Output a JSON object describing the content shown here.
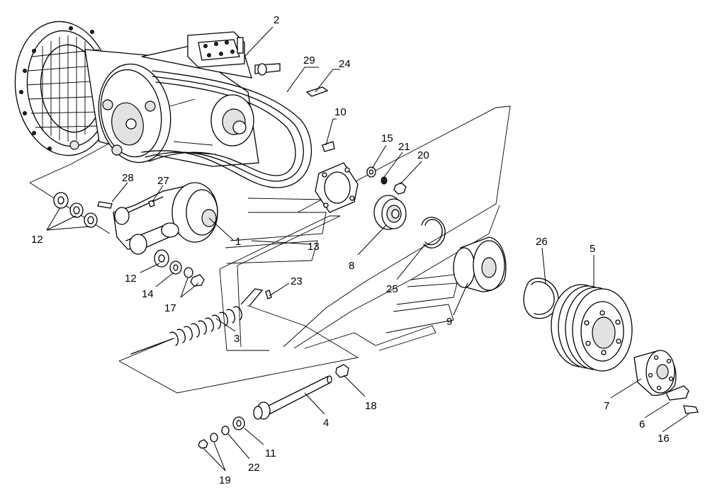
{
  "callouts": [
    {
      "id": "c1",
      "text": "1"
    },
    {
      "id": "c2",
      "text": "2"
    },
    {
      "id": "c3",
      "text": "3"
    },
    {
      "id": "c4",
      "text": "4"
    },
    {
      "id": "c5",
      "text": "5"
    },
    {
      "id": "c6",
      "text": "6"
    },
    {
      "id": "c7",
      "text": "7"
    },
    {
      "id": "c8",
      "text": "8"
    },
    {
      "id": "c9",
      "text": "9"
    },
    {
      "id": "c10",
      "text": "10"
    },
    {
      "id": "c11",
      "text": "11"
    },
    {
      "id": "c12a",
      "text": "12"
    },
    {
      "id": "c12b",
      "text": "12"
    },
    {
      "id": "c13",
      "text": "13"
    },
    {
      "id": "c14",
      "text": "14"
    },
    {
      "id": "c15",
      "text": "15"
    },
    {
      "id": "c16",
      "text": "16"
    },
    {
      "id": "c17",
      "text": "17"
    },
    {
      "id": "c18",
      "text": "18"
    },
    {
      "id": "c19",
      "text": "19"
    },
    {
      "id": "c20",
      "text": "20"
    },
    {
      "id": "c21",
      "text": "21"
    },
    {
      "id": "c22",
      "text": "22"
    },
    {
      "id": "c23",
      "text": "23"
    },
    {
      "id": "c24",
      "text": "24"
    },
    {
      "id": "c25",
      "text": "25"
    },
    {
      "id": "c26",
      "text": "26"
    },
    {
      "id": "c27",
      "text": "27"
    },
    {
      "id": "c28",
      "text": "28"
    },
    {
      "id": "c29",
      "text": "29"
    }
  ]
}
